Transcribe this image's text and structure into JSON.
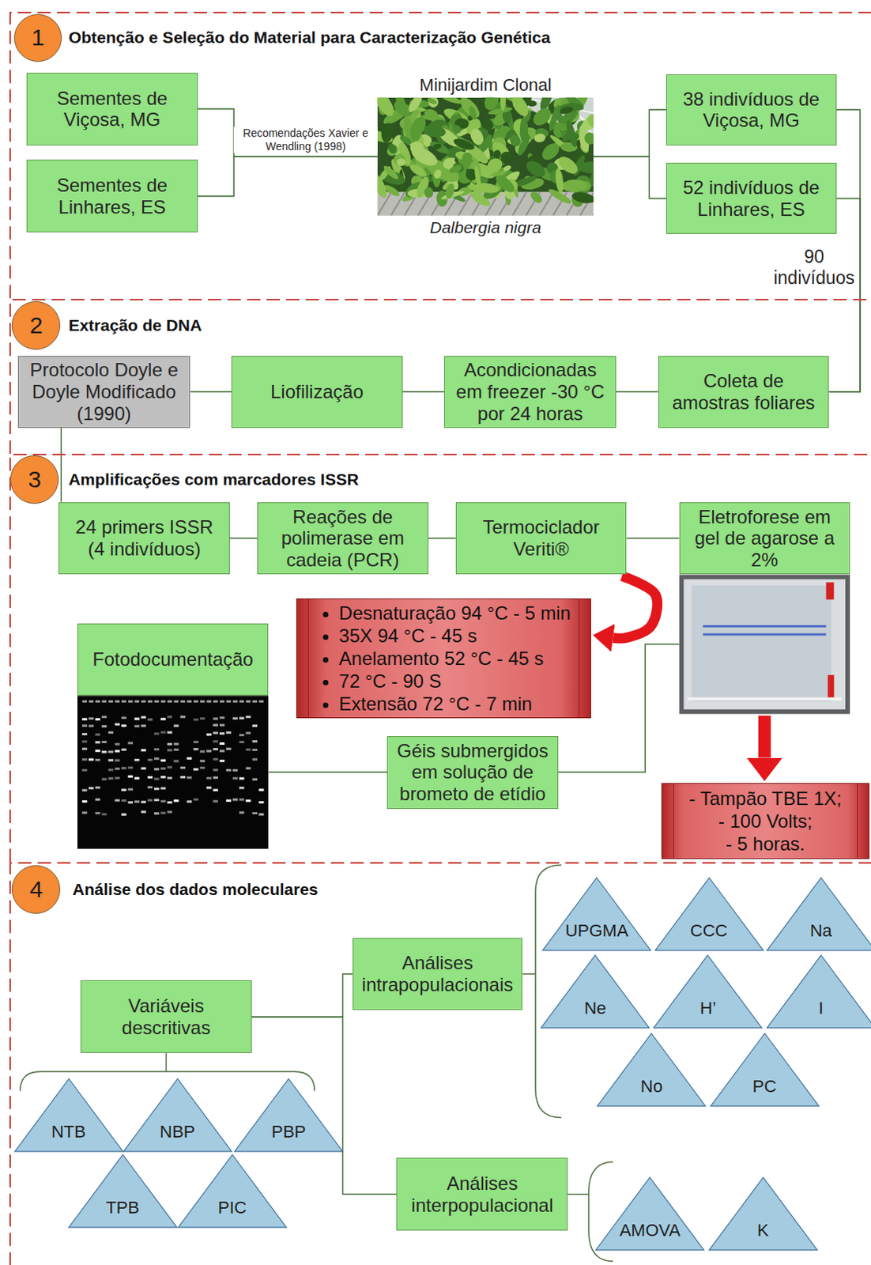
{
  "diagram": {
    "nodes": [
      {
        "text": [
          "Obtenção e Seleção do Material para Caracterização Genética"
        ]
      },
      {
        "text": [
          "1"
        ],
        "in": 0
      },
      {
        "text": [
          "Sementes de Viçosa, MG"
        ],
        "in": 0
      },
      {
        "text": [
          "Sementes de Linhares, ES"
        ],
        "in": 0
      },
      {
        "text": [
          "Minijardim Clonal",
          "Dalbergia nigra"
        ],
        "in": 0
      },
      {
        "text": [
          "38 indivíduos de Viçosa, MG"
        ],
        "in": 0
      },
      {
        "text": [
          "52 indivíduos de Linhares, ES"
        ],
        "in": 0
      },
      {
        "text": [
          "Extração de DNA"
        ]
      },
      {
        "text": [
          "2"
        ],
        "in": 7
      },
      {
        "text": [
          "Protocolo Doyle e Doyle Modificado (1990)"
        ],
        "in": 7
      },
      {
        "text": [
          "Liofilização"
        ],
        "in": 7
      },
      {
        "text": [
          "Acondicionadas em freezer -30 °C por 24 horas"
        ],
        "in": 7
      },
      {
        "text": [
          "Coleta de amostras foliares"
        ],
        "in": 7
      },
      {
        "text": [
          "Amplificações com marcadores ISSR"
        ]
      },
      {
        "text": [
          "3"
        ],
        "in": 13
      },
      {
        "text": [
          "24 primers ISSR (4 indivíduos)"
        ],
        "in": 13
      },
      {
        "text": [
          "Reações de polimerase em cadeia (PCR)"
        ],
        "in": 13
      },
      {
        "text": [
          "Termociclador Veriti®"
        ],
        "in": 13
      },
      {
        "text": [
          "Eletroforese em gel de agarose a 2%"
        ],
        "in": 13
      },
      {
        "text": [
          "Desnaturação 94 °C - 5 min",
          "35X 94 °C - 45 s",
          "Anelamento 52 °C - 45 s",
          "72 °C - 90 S",
          "Extensão 72 °C - 7 min"
        ],
        "in": 13
      },
      {
        "text": [
          "Fotodocumentação"
        ],
        "in": 13
      },
      {
        "text": [
          "Géis submergidos em solução de brometo de etídio"
        ],
        "in": 13
      },
      {
        "text": [
          "- Tampão TBE 1X;",
          "- 100 Volts;",
          "- 5 horas."
        ],
        "in": 13
      },
      {
        "text": [
          "Análise dos dados moleculares"
        ]
      },
      {
        "text": [
          "4"
        ],
        "in": 23
      },
      {
        "text": [
          "Variáveis descritivas"
        ],
        "in": 23
      },
      {
        "text": [
          "NTB"
        ],
        "in": 23
      },
      {
        "text": [
          "NBP"
        ],
        "in": 23
      },
      {
        "text": [
          "PBP"
        ],
        "in": 23
      },
      {
        "text": [
          "TPB"
        ],
        "in": 23
      },
      {
        "text": [
          "PIC"
        ],
        "in": 23
      },
      {
        "text": [
          "Análises intrapopulacionais"
        ],
        "in": 23
      },
      {
        "text": [
          "UPGMA"
        ],
        "in": 23
      },
      {
        "text": [
          "CCC"
        ],
        "in": 23
      },
      {
        "text": [
          "Na"
        ],
        "in": 23
      },
      {
        "text": [
          "Ne"
        ],
        "in": 23
      },
      {
        "text": [
          "H’"
        ],
        "in": 23
      },
      {
        "text": [
          "I"
        ],
        "in": 23
      },
      {
        "text": [
          "No"
        ],
        "in": 23
      },
      {
        "text": [
          "PC"
        ],
        "in": 23
      },
      {
        "text": [
          "Análises interpopulacional"
        ],
        "in": 23
      },
      {
        "text": [
          "AMOVA"
        ],
        "in": 23
      },
      {
        "text": [
          "K"
        ],
        "in": 23
      }
    ],
    "edges": [
      {
        "from": 2,
        "to": 4,
        "arrow": "none",
        "label": "Recomendações Xavier e Wendling (1998)"
      },
      {
        "from": 3,
        "to": 4,
        "arrow": "none"
      },
      {
        "from": 4,
        "to": 5,
        "arrow": "none"
      },
      {
        "from": 4,
        "to": 6,
        "arrow": "none"
      },
      {
        "from": 5,
        "to": 12,
        "arrow": "none",
        "label": "90 indivíduos"
      },
      {
        "from": 6,
        "to": 12,
        "arrow": "none"
      },
      {
        "from": 12,
        "to": 11,
        "arrow": "none"
      },
      {
        "from": 11,
        "to": 10,
        "arrow": "none"
      },
      {
        "from": 10,
        "to": 9,
        "arrow": "none"
      },
      {
        "from": 9,
        "to": 15,
        "arrow": "none"
      },
      {
        "from": 15,
        "to": 16,
        "arrow": "none"
      },
      {
        "from": 16,
        "to": 17,
        "arrow": "none"
      },
      {
        "from": 17,
        "to": 18,
        "arrow": "none"
      },
      {
        "from": 17,
        "to": 19,
        "arrow": "to"
      },
      {
        "from": 18,
        "to": 22,
        "arrow": "to"
      },
      {
        "from": 18,
        "to": 21,
        "arrow": "none"
      },
      {
        "from": 21,
        "to": 20,
        "arrow": "none"
      },
      {
        "from": 25,
        "to": 31,
        "arrow": "none"
      },
      {
        "from": 25,
        "to": 40,
        "arrow": "none"
      }
    ]
  }
}
